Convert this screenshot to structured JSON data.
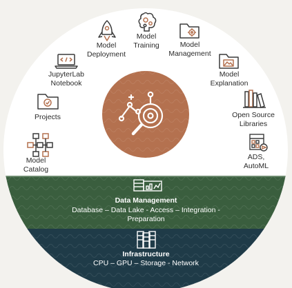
{
  "labels": {
    "model_deployment": [
      "Model",
      "Deployment"
    ],
    "model_training": [
      "Model",
      "Training"
    ],
    "model_management": [
      "Model",
      "Management"
    ],
    "model_explanation": [
      "Model",
      "Explanation"
    ],
    "open_source_libraries": [
      "Open Source",
      "Libraries"
    ],
    "ads_automl": [
      "ADS,",
      "AutoML"
    ],
    "jupyterlab_notebook": [
      "JupyterLab",
      "Notebook"
    ],
    "projects": [
      "Projects"
    ],
    "model_catalog": [
      "Model",
      "Catalog"
    ]
  },
  "data_management": {
    "title": "Data Management",
    "line1": "Database – Data Lake  - Access – Integration -",
    "line2": "Preparation"
  },
  "infrastructure": {
    "title": "Infrastructure",
    "line1": "CPU – GPU – Storage - Network"
  },
  "colors": {
    "background": "#f3f2ee",
    "circle_top": "#ffffff",
    "center_disc": "#b4714f",
    "data_band": "#3a5e3e",
    "infra_band": "#1f3b48",
    "icon_stroke": "#3a3a3a",
    "icon_accent": "#b4714f"
  }
}
